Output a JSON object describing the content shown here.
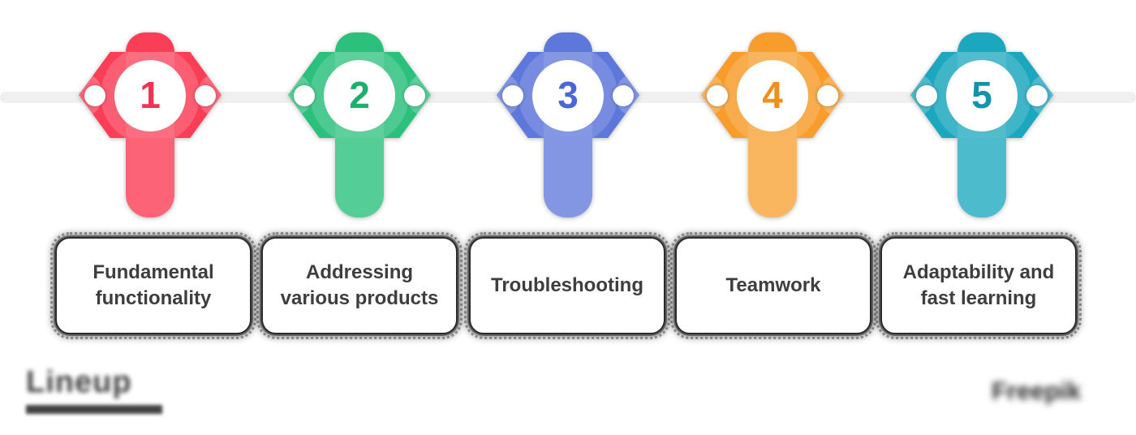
{
  "timeline": {
    "line_color": "#f0f0f0"
  },
  "steps": [
    {
      "number": "1",
      "label": "Fundamental functionality",
      "base": "#fb3e57",
      "light": "#fd6377",
      "num": "#f23351"
    },
    {
      "number": "2",
      "label": "Addressing various products",
      "base": "#2bc07c",
      "light": "#55cd97",
      "num": "#1cb06e"
    },
    {
      "number": "3",
      "label": "Troubleshooting",
      "base": "#5d77da",
      "light": "#8296e4",
      "num": "#4b67d6"
    },
    {
      "number": "4",
      "label": "Teamwork",
      "base": "#f89d2c",
      "light": "#fab55f",
      "num": "#ef8f1d"
    },
    {
      "number": "5",
      "label": "Adaptability and fast learning",
      "base": "#1ba7bd",
      "light": "#4cbccc",
      "num": "#1295ac"
    }
  ],
  "footer": {
    "logo_text": "Lineup",
    "credit_text": "Freepik"
  }
}
